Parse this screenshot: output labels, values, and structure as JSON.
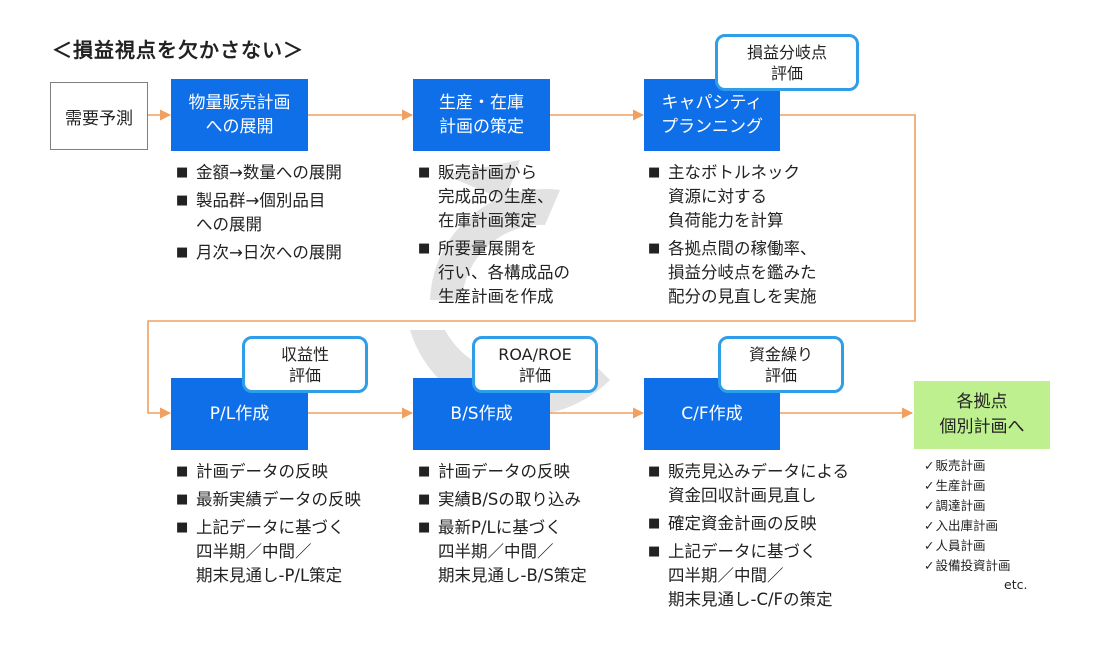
{
  "title": "＜損益視点を欠かさない＞",
  "demand_box": "需要予測",
  "top_steps": [
    {
      "label": "物量販売計画\nへの展開",
      "bullets": [
        "金額→数量への展開",
        "製品群→個別品目\nへの展開",
        "月次→日次への展開"
      ]
    },
    {
      "label": "生産・在庫\n計画の策定",
      "bullets": [
        "販売計画から\n完成品の生産、\n在庫計画策定",
        "所要量展開を\n行い、各構成品の\n生産計画を作成"
      ]
    },
    {
      "label": "キャパシティ\nプランニング",
      "bullets": [
        "主なボトルネック\n資源に対する\n負荷能力を計算",
        "各拠点間の稼働率、\n損益分岐点を鑑みた\n配分の見直しを実施"
      ]
    }
  ],
  "bottom_steps": [
    {
      "label": "P/L作成",
      "bullets": [
        "計画データの反映",
        "最新実績データの反映",
        "上記データに基づく\n四半期／中間／\n期末見通し-P/L策定"
      ]
    },
    {
      "label": "B/S作成",
      "bullets": [
        "計画データの反映",
        "実績B/Sの取り込み",
        "最新P/Lに基づく\n四半期／中間／\n期末見通し-B/S策定"
      ]
    },
    {
      "label": "C/F作成",
      "bullets": [
        "販売見込みデータによる\n資金回収計画見直し",
        "確定資金計画の反映",
        "上記データに基づく\n四半期／中間／\n期末見通し-C/Fの策定"
      ]
    }
  ],
  "evaluations": {
    "breakeven": "損益分岐点\n評価",
    "profitability": "収益性\n評価",
    "roa_roe": "ROA/ROE\n評価",
    "cash": "資金繰り\n評価"
  },
  "final_box": {
    "label": "各拠点\n個別計画へ",
    "checklist": [
      "販売計画",
      "生産計画",
      "調達計画",
      "入出庫計画",
      "人員計画",
      "設備投資計画"
    ],
    "etc": "etc."
  },
  "colors": {
    "step_blue": "#0f6fe8",
    "eval_border": "#2f9ee8",
    "arrow_orange": "#f0a060",
    "final_green": "#bff08f",
    "cycle_gray": "#d9d9d9"
  }
}
